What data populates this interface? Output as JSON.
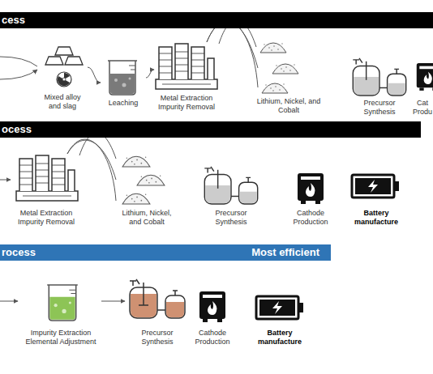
{
  "diagram": {
    "nodes": [
      {
        "text": [
          "cess"
        ]
      },
      {
        "text": [
          "Mixed alloy and slag"
        ]
      },
      {
        "text": [
          "Leaching"
        ]
      },
      {
        "text": [
          "Metal Extraction Impurity Removal"
        ]
      },
      {
        "text": [
          "Lithium, Nickel, and Cobalt"
        ]
      },
      {
        "text": [
          "Precursor Synthesis"
        ]
      },
      {
        "text": [
          "Cat Produ"
        ]
      },
      {
        "text": [
          "ocess"
        ]
      },
      {
        "text": [
          "Metal Extraction Impurity Removal"
        ]
      },
      {
        "text": [
          "Lithium, Nickel, and Cobalt"
        ]
      },
      {
        "text": [
          "Precursor Synthesis"
        ]
      },
      {
        "text": [
          "Cathode Production"
        ]
      },
      {
        "text": [
          "Battery manufacture"
        ]
      },
      {
        "text": [
          "rocess",
          "Most efficient"
        ]
      },
      {
        "text": [
          "Impurity Extraction Elemental Adjustment"
        ]
      },
      {
        "text": [
          "Precursor Synthesis"
        ]
      },
      {
        "text": [
          "Cathode Production"
        ]
      },
      {
        "text": [
          "Battery manufacture"
        ]
      }
    ],
    "edges": [
      {
        "from": 1,
        "to": 2,
        "arrow": "to"
      },
      {
        "from": 2,
        "to": 3,
        "arrow": "to"
      },
      {
        "from": 3,
        "to": 4,
        "arrow": "none"
      },
      {
        "from": 8,
        "to": 9,
        "arrow": "none"
      },
      {
        "from": 14,
        "to": 15,
        "arrow": "to"
      }
    ]
  }
}
